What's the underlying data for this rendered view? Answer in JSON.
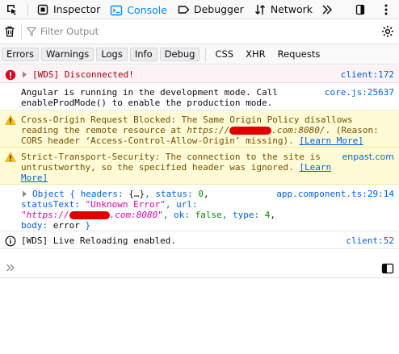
{
  "toolbar": {
    "tabs": [
      {
        "label": "Inspector",
        "icon": "inspector-icon"
      },
      {
        "label": "Console",
        "icon": "console-icon",
        "selected": true
      },
      {
        "label": "Debugger",
        "icon": "debugger-icon"
      },
      {
        "label": "Network",
        "icon": "network-icon"
      }
    ],
    "overflow_icon": "chevron-double-right-icon"
  },
  "filter": {
    "placeholder": "Filter Output"
  },
  "categories": {
    "levels": [
      "Errors",
      "Warnings",
      "Logs",
      "Info",
      "Debug"
    ],
    "types": [
      "CSS",
      "XHR",
      "Requests"
    ]
  },
  "messages": [
    {
      "level": "error",
      "text": "[WDS] Disconnected!",
      "source": "client:172"
    },
    {
      "level": "log",
      "line1": "Angular is running in the development mode. Call",
      "line2": "enableProdMode() to enable the production mode.",
      "source": "core.js:25637"
    },
    {
      "level": "warning",
      "line1": "Cross-Origin Request Blocked: The Same Origin Policy disallows",
      "line2_pre": "reading the remote resource at ",
      "line2_url_pre": "https://",
      "line2_url_post": ".com:8080/",
      "line2_post": ". (Reason:",
      "line3": "CORS header ‘Access-Control-Allow-Origin’ missing). ",
      "learn_more": "[Learn More]"
    },
    {
      "level": "warning",
      "line1": "Strict-Transport-Security: The connection to the site is",
      "line2": "untrustworthy, so the specified header was ignored. ",
      "learn_more_a": "[Learn",
      "learn_more_b": "More]",
      "source": "enpast.com"
    },
    {
      "level": "log",
      "obj_open": "Object { ",
      "headers_key": "headers: ",
      "headers_val": "{…}",
      "status_key": ", status: ",
      "status_val": "0",
      "comma": ",",
      "statusText_key": "statusText: ",
      "statusText_val": "\"Unknown Error\"",
      "url_key": ", url:",
      "url_pre": "\"https://",
      "url_post": ".com:8080\"",
      "ok_key": ", ok: ",
      "ok_val": "false",
      "type_key": ", type: ",
      "type_val": "4",
      "body_key": "body: ",
      "body_val": "error",
      "obj_close": " }",
      "source": "app.component.ts:29:14"
    },
    {
      "level": "info",
      "text": "[WDS] Live Reloading enabled.",
      "source": "client:52"
    }
  ],
  "colors": {
    "accent": "#0a84ff",
    "error_bg": "#fdf2f5",
    "warning_bg": "#fffbd6",
    "link": "#0060df"
  }
}
